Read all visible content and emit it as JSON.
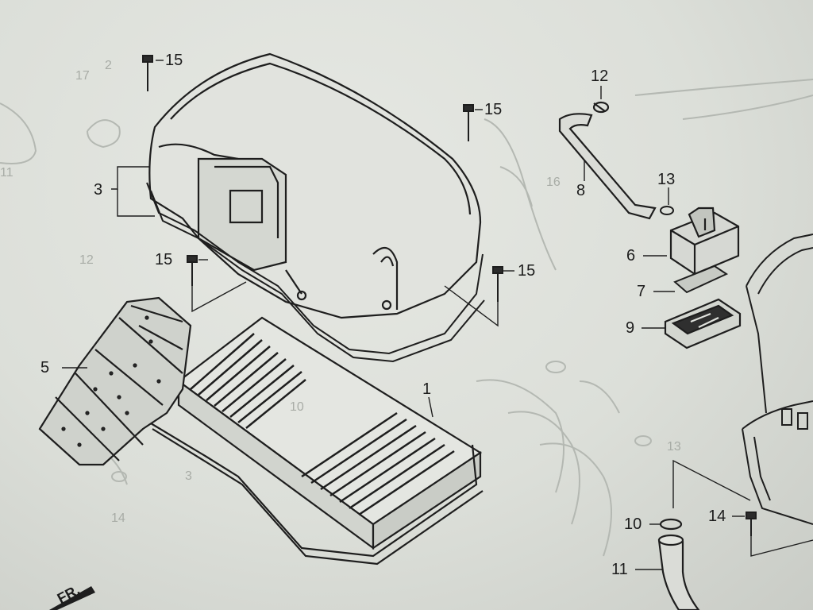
{
  "diagram": {
    "callouts": {
      "c1": "1",
      "c3": "3",
      "c5": "5",
      "c6": "6",
      "c7": "7",
      "c8": "8",
      "c9": "9",
      "c10": "10",
      "c11": "11",
      "c12": "12",
      "c13": "13",
      "c14": "14",
      "c15a": "15",
      "c15b": "15",
      "c15c": "15",
      "c15d": "15"
    },
    "ghost_labels": {
      "g1": "13",
      "g2": "3",
      "g3": "14",
      "g4": "12",
      "g5": "2",
      "g6": "17",
      "g7": "16",
      "g8": "11",
      "g9": "10"
    },
    "front_marker": "FR."
  }
}
